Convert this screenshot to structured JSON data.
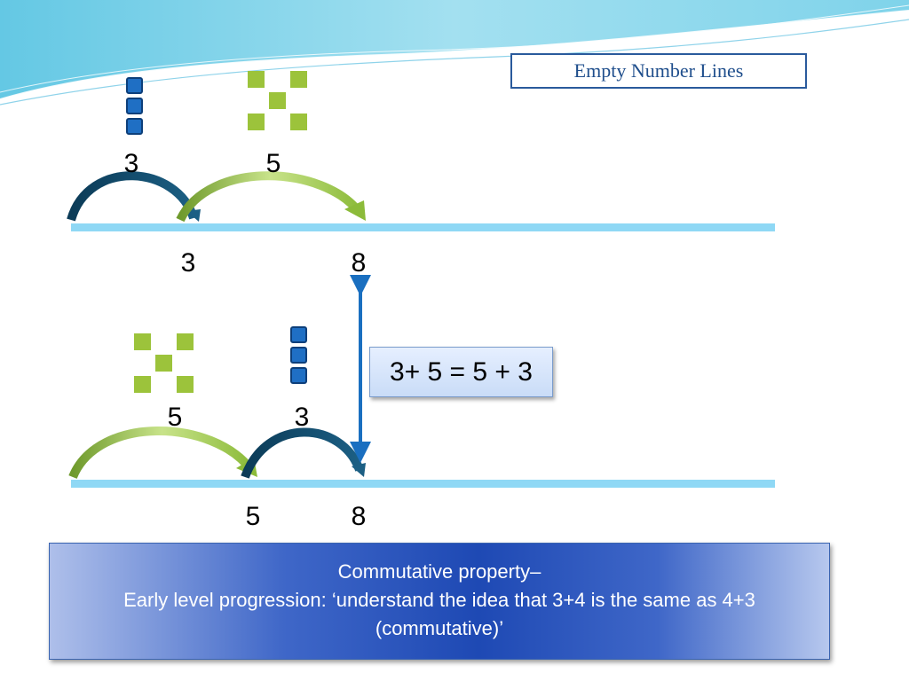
{
  "slide": {
    "title": "Empty Number Lines",
    "colors": {
      "blue_counter": "#1f6fc4",
      "green_counter": "#9cc33b",
      "number_line": "#8fd8f5",
      "blue_arrow": "#0e4a6e",
      "green_arrow": "#8cbb3a",
      "vertical_arrow": "#1a6fc0"
    }
  },
  "top_line": {
    "counter_labels": [
      "3",
      "5"
    ],
    "line_labels": [
      "3",
      "8"
    ]
  },
  "bottom_line": {
    "counter_labels": [
      "5",
      "3"
    ],
    "line_labels": [
      "5",
      "8"
    ]
  },
  "equation": "3+ 5 = 5 + 3",
  "note": {
    "line1": "Commutative property–",
    "line2": "Early level progression: ‘understand the idea that 3+4 is the same as 4+3",
    "line3": "(commutative)’"
  }
}
